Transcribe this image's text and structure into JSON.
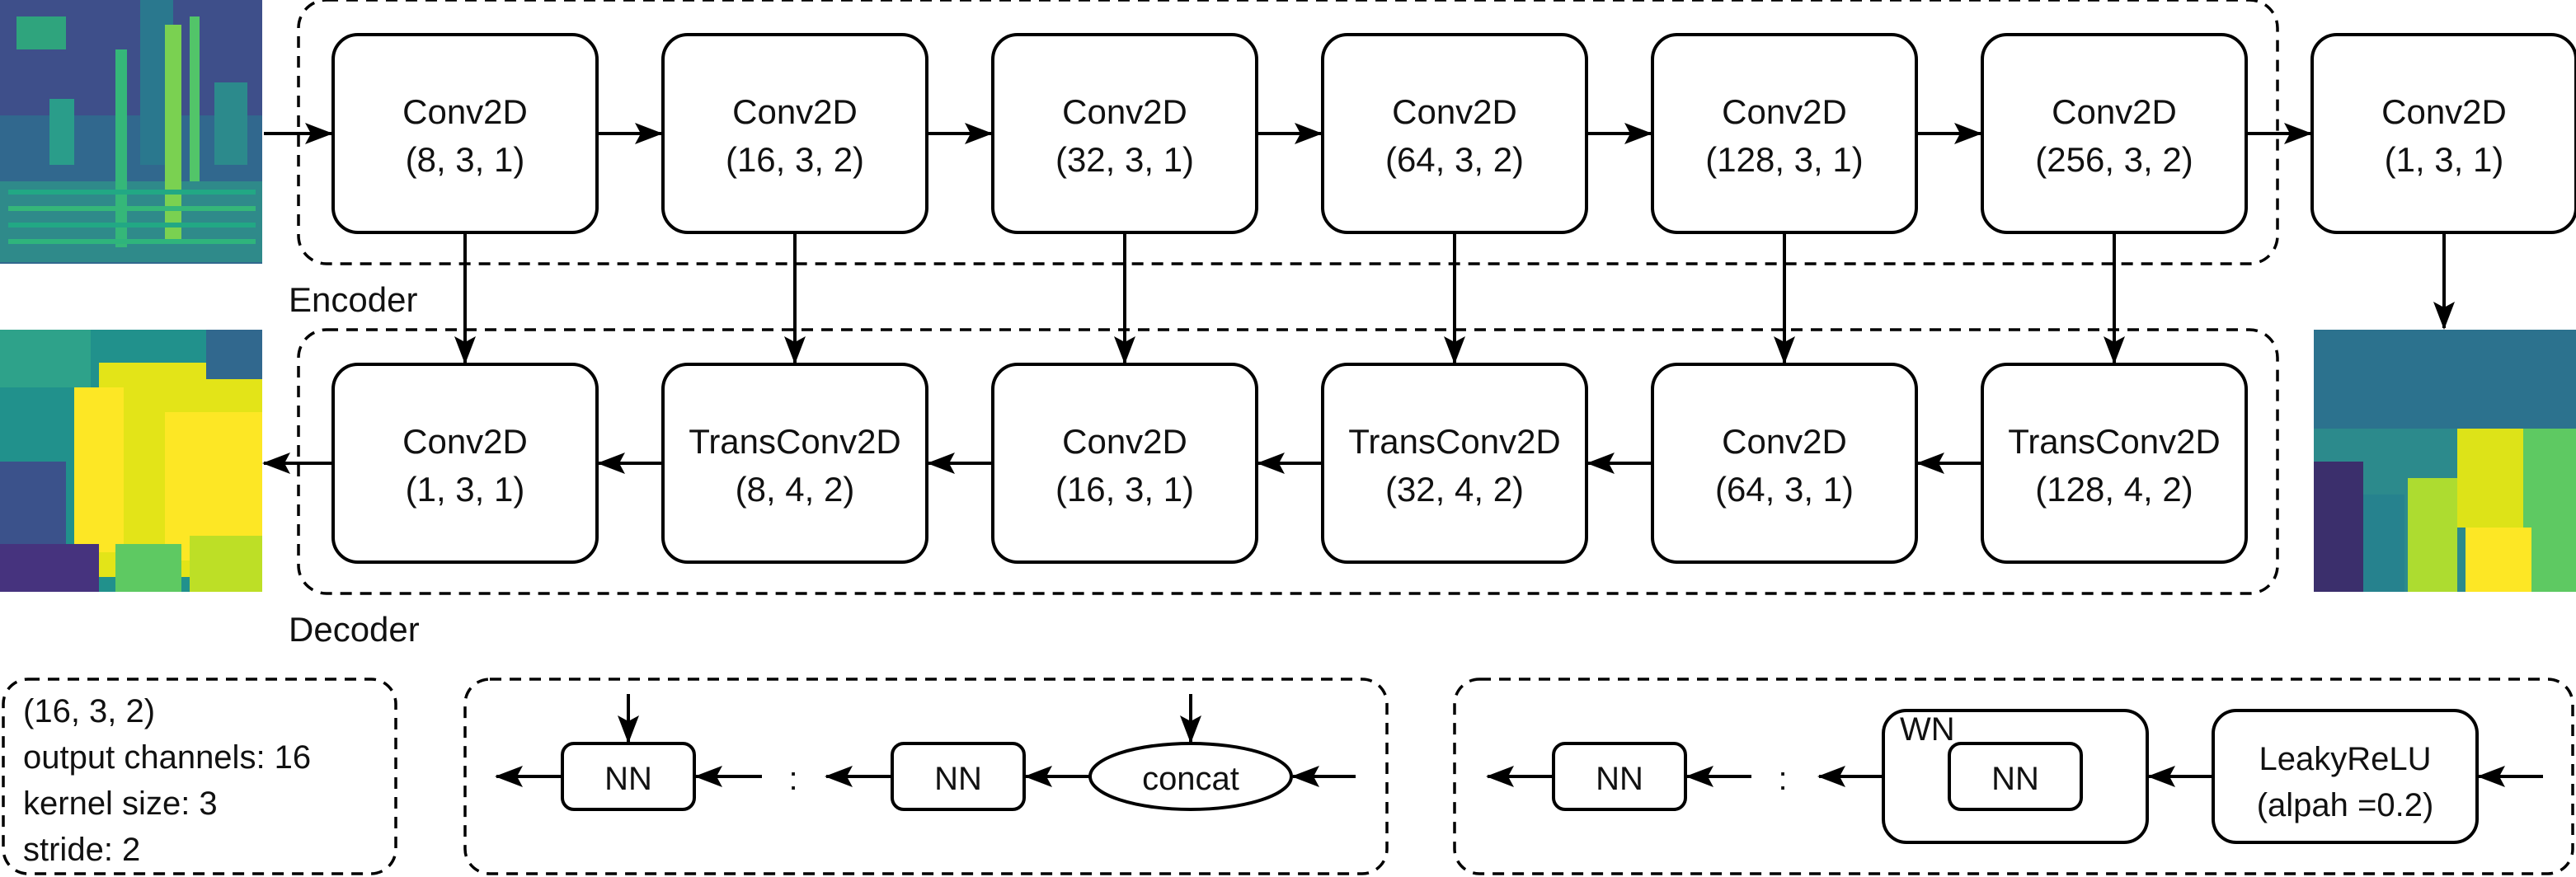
{
  "encoder": {
    "label": "Encoder",
    "blocks": [
      {
        "name": "Conv2D",
        "params": "(8, 3, 1)"
      },
      {
        "name": "Conv2D",
        "params": "(16, 3, 2)"
      },
      {
        "name": "Conv2D",
        "params": "(32, 3, 1)"
      },
      {
        "name": "Conv2D",
        "params": "(64, 3, 2)"
      },
      {
        "name": "Conv2D",
        "params": "(128, 3, 1)"
      },
      {
        "name": "Conv2D",
        "params": "(256, 3, 2)"
      }
    ]
  },
  "output_block": {
    "name": "Conv2D",
    "params": "(1, 3, 1)"
  },
  "decoder": {
    "label": "Decoder",
    "blocks": [
      {
        "name": "Conv2D",
        "params": "(1, 3, 1)"
      },
      {
        "name": "TransConv2D",
        "params": "(8, 4, 2)"
      },
      {
        "name": "Conv2D",
        "params": "(16, 3, 1)"
      },
      {
        "name": "TransConv2D",
        "params": "(32, 4, 2)"
      },
      {
        "name": "Conv2D",
        "params": "(64, 3, 1)"
      },
      {
        "name": "TransConv2D",
        "params": "(128, 4, 2)"
      }
    ]
  },
  "legend": {
    "params_example": {
      "line1": "(16, 3, 2)",
      "line2": "output channels: 16",
      "line3": "kernel size: 3",
      "line4": "stride: 2"
    },
    "skip": {
      "nn": "NN",
      "colon": ":",
      "nn2": "NN",
      "concat": "concat"
    },
    "wn": {
      "nn": "NN",
      "colon": ":",
      "wn": "WN",
      "nn2": "NN",
      "act_line1": "LeakyReLU",
      "act_line2": "(alpah =0.2)"
    }
  },
  "colors": {
    "viridis_dark": "#440154",
    "viridis_blue": "#3b528b",
    "viridis_teal": "#21918c",
    "viridis_green": "#5ec962",
    "viridis_yellow": "#fde725"
  }
}
